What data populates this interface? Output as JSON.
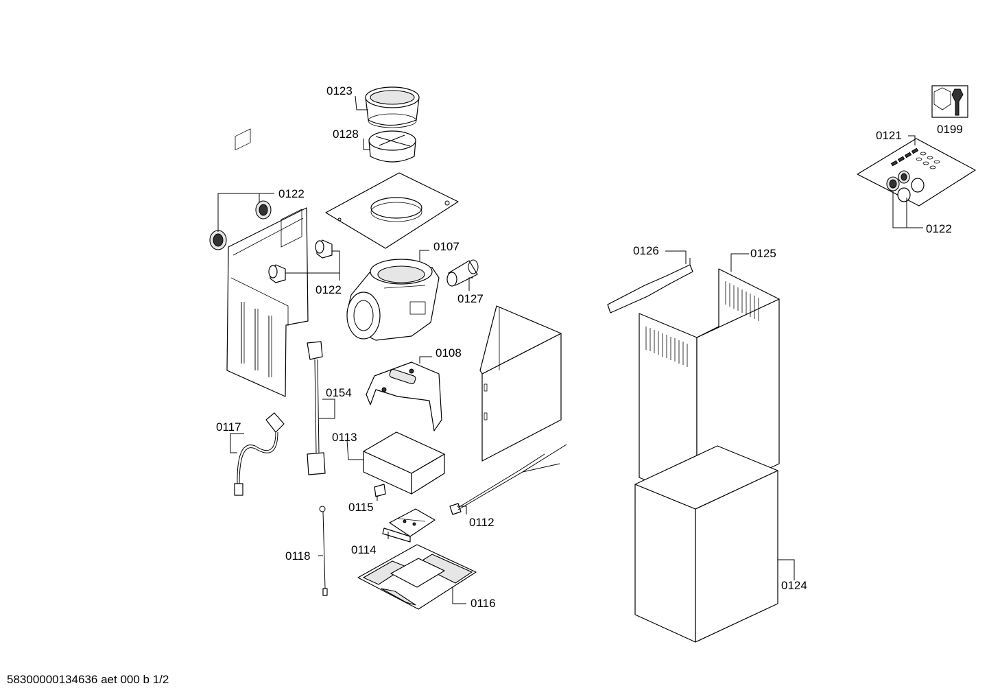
{
  "labels": {
    "p0123": "0123",
    "p0128": "0128",
    "p0122a": "0122",
    "p0122b": "0122",
    "p0122c": "0122",
    "p0107": "0107",
    "p0127": "0127",
    "p0108": "0108",
    "p0154": "0154",
    "p0117": "0117",
    "p0113": "0113",
    "p0115": "0115",
    "p0112": "0112",
    "p0114": "0114",
    "p0118": "0118",
    "p0116": "0116",
    "p0126": "0126",
    "p0125": "0125",
    "p0124": "0124",
    "p0121": "0121",
    "p0199": "0199"
  },
  "footer": "58300000134636 aet 000 b 1/2",
  "icons": [
    "wrench-icon"
  ]
}
